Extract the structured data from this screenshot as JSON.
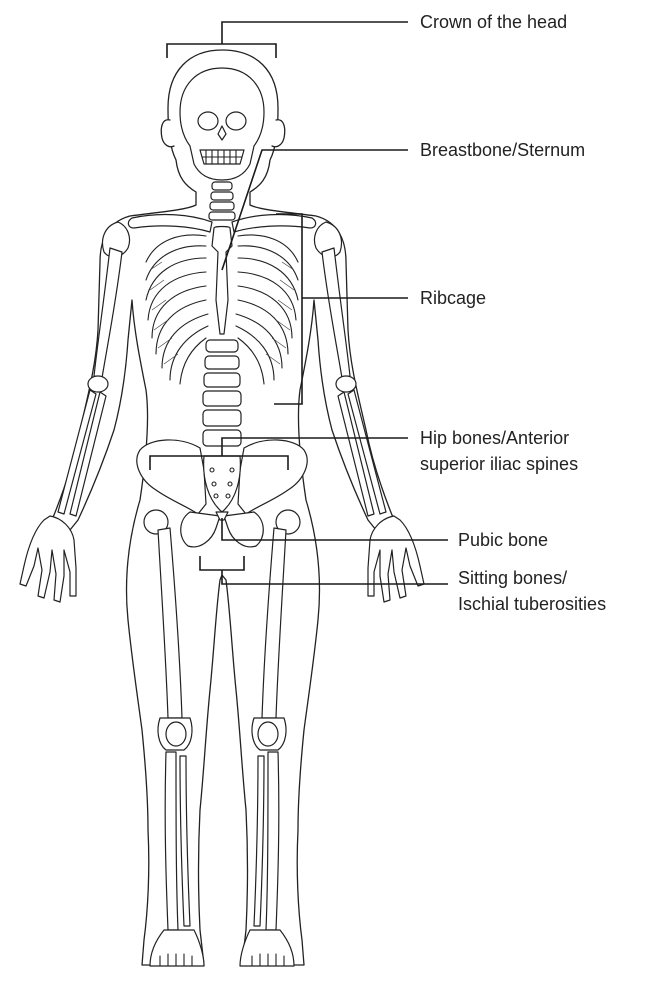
{
  "labels": {
    "crown": "Crown of the head",
    "sternum": "Breastbone/Sternum",
    "ribcage": "Ribcage",
    "hip_line1": "Hip bones/Anterior",
    "hip_line2": "superior iliac spines",
    "pubic": "Pubic bone",
    "sitting_line1": "Sitting bones/",
    "sitting_line2": "Ischial tuberosities"
  }
}
